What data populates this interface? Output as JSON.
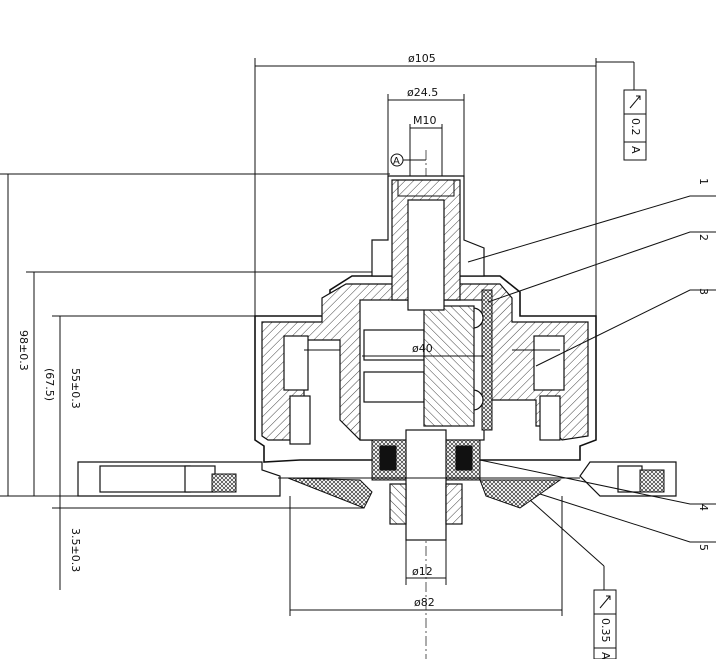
{
  "dimensions": {
    "d105": "ø105",
    "d24_5": "ø24.5",
    "m10": "M10",
    "d40": "ø40",
    "d12": "ø12",
    "d82": "ø82",
    "h98": "98±0.3",
    "h67_5": "(67.5)",
    "h55": "55±0.3",
    "h3_5": "3.5±0.3"
  },
  "datum": {
    "label": "A"
  },
  "tolerance_top": {
    "value": "0.2",
    "datum": "A"
  },
  "tolerance_bottom": {
    "value": "0.35",
    "datum": "A"
  },
  "callouts": [
    "1",
    "2",
    "3",
    "4",
    "5"
  ]
}
